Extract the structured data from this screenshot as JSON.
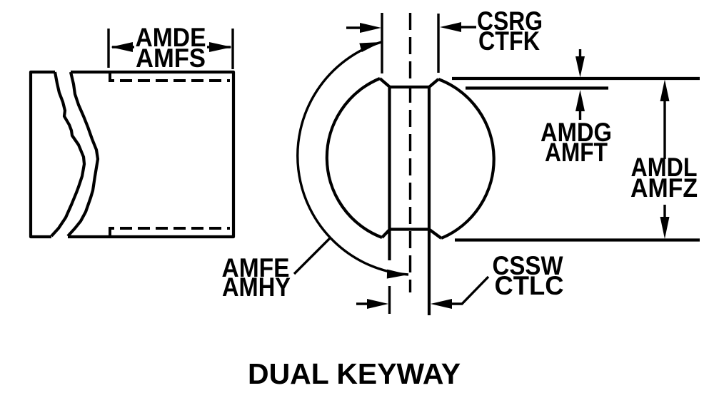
{
  "title": "DUAL KEYWAY",
  "colors": {
    "line": "#000000",
    "background": "#ffffff"
  },
  "dimensions": {
    "keyway_length": {
      "line1": "AMDE",
      "line2": "AMFS"
    },
    "keyway_width_top": {
      "line1": "CSRG",
      "line2": "CTFK"
    },
    "keyway_depth": {
      "line1": "AMDG",
      "line2": "AMFT"
    },
    "shaft_diameter": {
      "line1": "AMDL",
      "line2": "AMFZ"
    },
    "keyway_spacing": {
      "line1": "AMFE",
      "line2": "AMHY"
    },
    "keyway_width_bottom": {
      "line1": "CSSW",
      "line2": "CTLC"
    }
  }
}
